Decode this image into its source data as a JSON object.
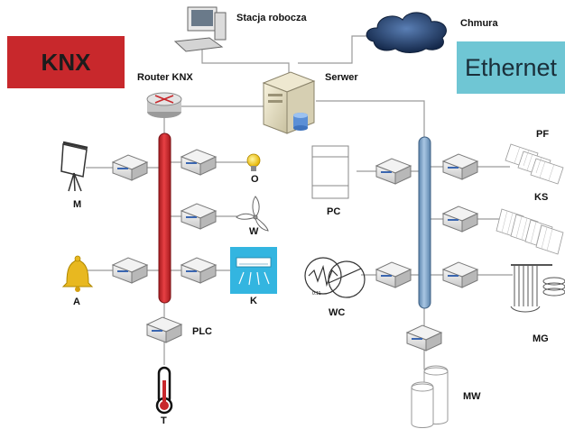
{
  "left_banner": {
    "label": "KNX",
    "color": "#c8282c"
  },
  "right_banner": {
    "label": "Ethernet",
    "color": "#6fc6d4"
  },
  "nodes": {
    "workstation": "Stacja robocza",
    "cloud": "Chmura",
    "router": "Router KNX",
    "server": "Serwer",
    "pc": "PC",
    "pf": "PF",
    "ks": "KS",
    "mg": "MG",
    "wc": "WC",
    "wc_small": "0.11",
    "mw": "MW",
    "m": "M",
    "o": "O",
    "w": "W",
    "a": "A",
    "k": "K",
    "plc": "PLC",
    "t": "T"
  },
  "colors": {
    "knx_bus": "#d42a2e",
    "ethernet_bus": "#7fa6cc",
    "lines": "#9a9a9a",
    "cloud": "#1e3a66",
    "ac_unit": "#33b5e0",
    "bell": "#e8b820"
  }
}
